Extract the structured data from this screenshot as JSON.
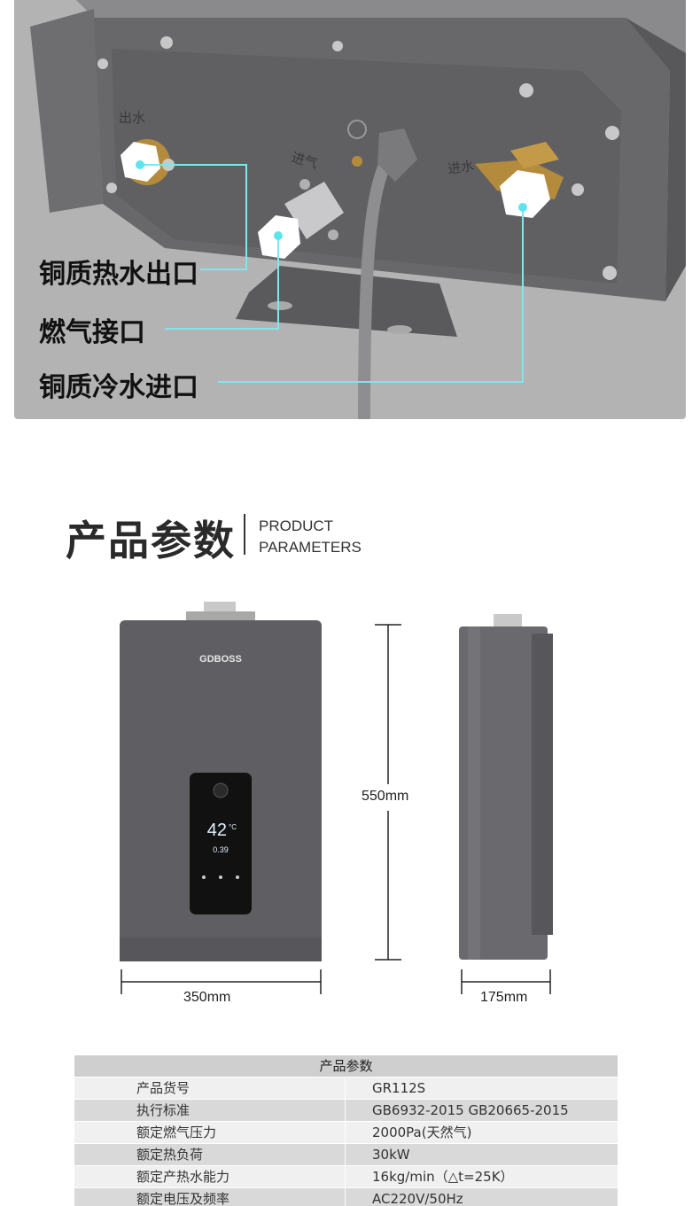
{
  "photo": {
    "callouts": {
      "hot_water_outlet": "铜质热水出口",
      "gas_inlet": "燃气接口",
      "cold_water_inlet": "铜质冷水进口"
    },
    "embossed": {
      "outlet": "出水",
      "gas": "进气",
      "inlet": "进水"
    }
  },
  "section": {
    "title_cn": "产品参数",
    "title_en_line1": "PRODUCT",
    "title_en_line2": "PARAMETERS"
  },
  "product_image": {
    "brand": "GDBOSS",
    "display_temp": "42",
    "display_temp_unit": "°C",
    "display_flow": "0.39"
  },
  "dimensions": {
    "height": "550mm",
    "width": "350mm",
    "depth": "175mm"
  },
  "table": {
    "header": "产品参数",
    "rows": [
      {
        "key": "产品货号",
        "value": "GR112S"
      },
      {
        "key": "执行标准",
        "value": "GB6932-2015  GB20665-2015"
      },
      {
        "key": "额定燃气压力",
        "value": "2000Pa(天然气)"
      },
      {
        "key": "额定热负荷",
        "value": "30kW"
      },
      {
        "key": "额定产热水能力",
        "value": "16kg/min（△t=25K）"
      },
      {
        "key": "额定电压及频率",
        "value": "AC220V/50Hz"
      }
    ]
  },
  "colors": {
    "photo_bg": "#b3b3b3",
    "heater_body": "#5f5f63",
    "callout_line": "#7fe6ee",
    "table_header": "#cfcfcf"
  }
}
